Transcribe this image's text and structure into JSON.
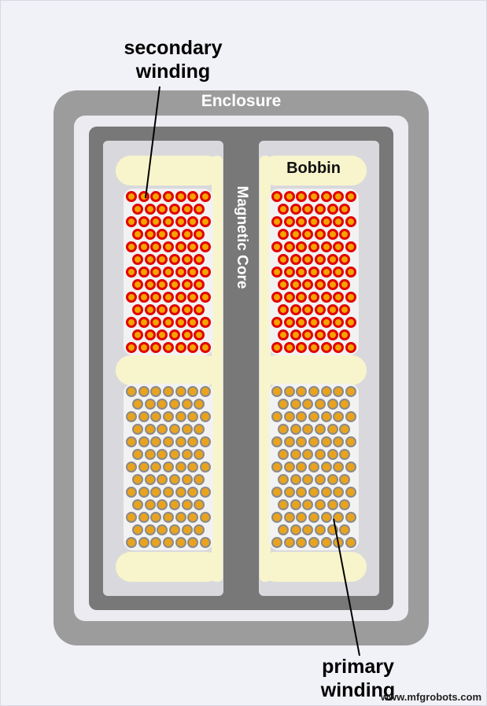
{
  "page": {
    "watermark": "www.mfgrobots.com"
  },
  "colors": {
    "page_bg": "#f1f1f8",
    "enclosure_gray": "#9c9c9c",
    "inner_light": "#ebebf1",
    "core_gray": "#787878",
    "window_gray": "#d9d9dd",
    "bobbin_cream": "#f8f5cc",
    "panel_white": "#f2f2f2",
    "label_white": "#ffffff",
    "leader_line": "#000000",
    "secondary_ring": "#e10000",
    "secondary_fill": "#f4a300",
    "primary_ring": "#8a8a8a",
    "primary_fill": "#e9a31d"
  },
  "labels": {
    "secondary_line1": "secondary",
    "secondary_line2": "winding",
    "primary_line1": "primary",
    "primary_line2": "winding",
    "enclosure": "Enclosure",
    "bobbin": "Bobbin",
    "magnetic_core": "Magnetic Core"
  },
  "windings": {
    "secondary": {
      "name": "secondary-winding-turn",
      "rows": 13,
      "cols_a": 7,
      "cols_b": 6,
      "dot_size": 14,
      "ring_color": "#e10000",
      "ring_width": 3.5,
      "fill_color": "#f4a300"
    },
    "primary": {
      "name": "primary-winding-turn",
      "rows": 13,
      "cols_a": 7,
      "cols_b": 6,
      "dot_size": 14,
      "ring_color": "#8a8a8a",
      "ring_width": 2,
      "fill_color": "#e9a31d"
    }
  }
}
